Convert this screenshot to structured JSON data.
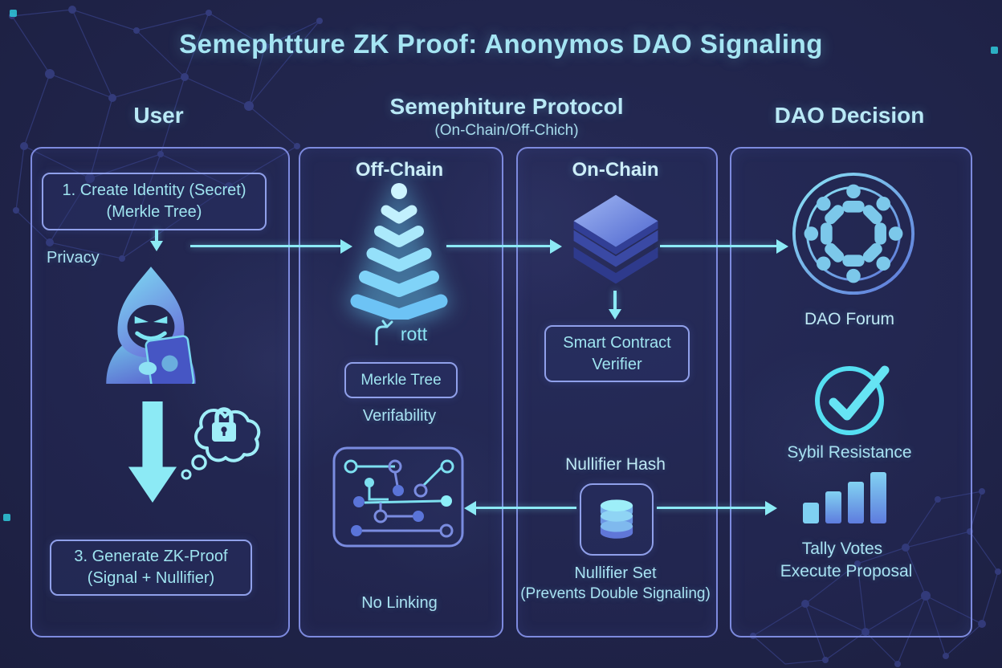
{
  "title": "Semephtture ZK Proof: Anonymos DAO Signaling",
  "headers": {
    "user": "User",
    "protocol": "Semephiture Protocol",
    "protocol_sub": "(On-Chain/Off-Chich)",
    "dao": "DAO Decision"
  },
  "user": {
    "step1_l1": "1. Create Identity (Secret)",
    "step1_l2": "(Merkle Tree)",
    "privacy": "Privacy",
    "step3_l1": "3. Generate ZK-Proof",
    "step3_l2": "(Signal + Nullifier)"
  },
  "offchain": {
    "header": "Off-Chain",
    "root_label": "rott",
    "merkle_box": "Merkle Tree",
    "verifiability": "Verifability",
    "no_linking": "No Linking"
  },
  "onchain": {
    "header": "On-Chain",
    "verifier_l1": "Smart Contract",
    "verifier_l2": "Verifier",
    "nullifier_hash": "Nullifier Hash",
    "nullifier_set": "Nullifier Set",
    "nullifier_note": "(Prevents Double Signaling)"
  },
  "dao": {
    "forum": "DAO Forum",
    "sybil": "Sybil Resistance",
    "tally": "Tally Votes",
    "execute": "Execute Proposal"
  },
  "colors": {
    "background": "#20244a",
    "panel_border": "#7d8ade",
    "box_border": "#90a0ea",
    "text_cyan": "#9fe4f0",
    "header_cyan": "#cdeef8",
    "arrow_cyan": "#8ceaf5",
    "tree_glow": "#aef0fb"
  }
}
